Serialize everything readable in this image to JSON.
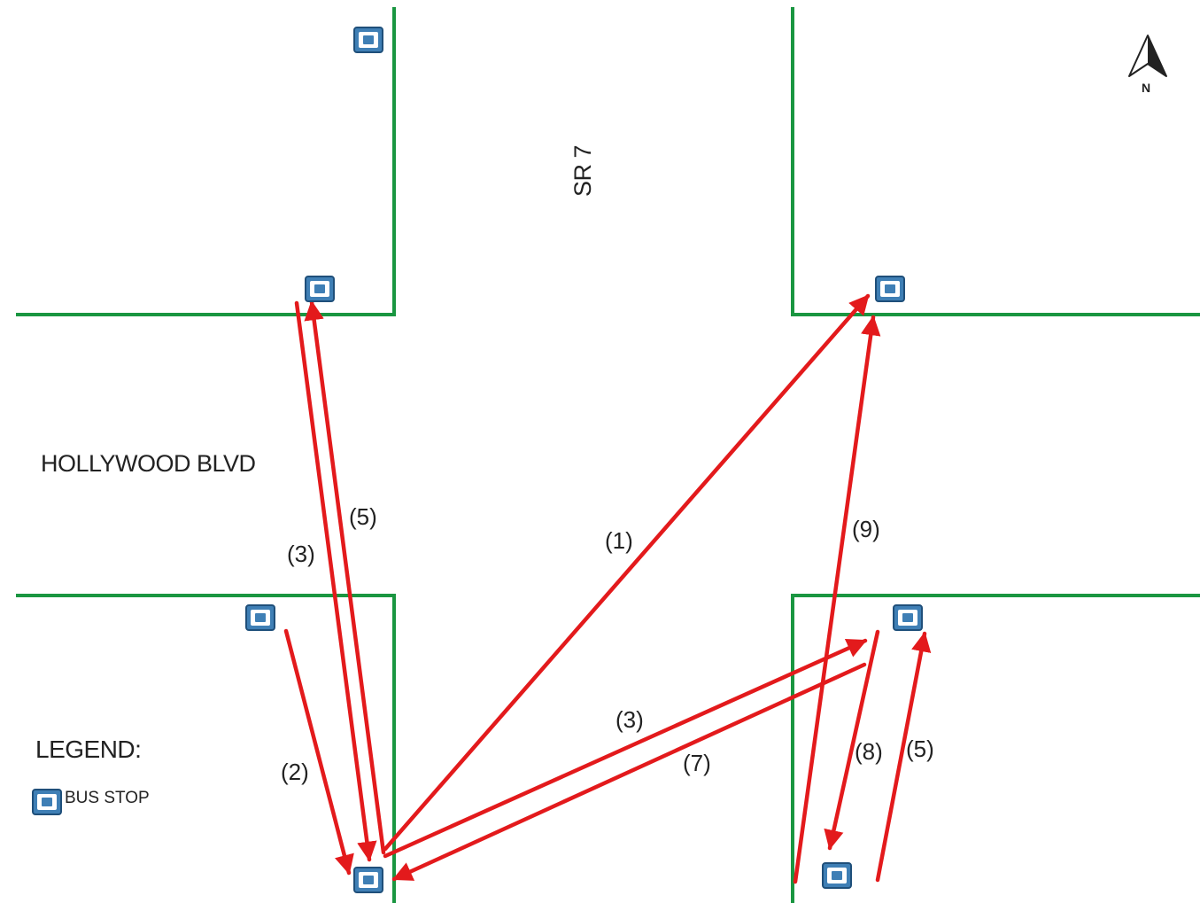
{
  "colors": {
    "road": "#1a9641",
    "movement": "#e31a1c",
    "bus_stop_fill": "#3f7fb5",
    "bus_stop_border": "#1f4f7a",
    "text": "#222222"
  },
  "streets": {
    "east_west": "HOLLYWOOD BLVD",
    "north_south": "SR 7"
  },
  "north_arrow": {
    "label": "N",
    "icon": "north-arrow-icon"
  },
  "legend": {
    "title": "LEGEND:",
    "items": [
      {
        "icon": "bus-stop-icon",
        "label": "BUS STOP"
      }
    ]
  },
  "movement_labels": {
    "nw_to_sw_southbound": "(3)",
    "sw_to_nw_northbound": "(5)",
    "sw_west_to_sw": "(2)",
    "sw_to_ne": "(1)",
    "sw_to_se_eastbound": "(3)",
    "se_to_sw_westbound": "(7)",
    "se_to_ne": "(9)",
    "se_to_se_south": "(8)",
    "se_south_to_se": "(5)"
  }
}
